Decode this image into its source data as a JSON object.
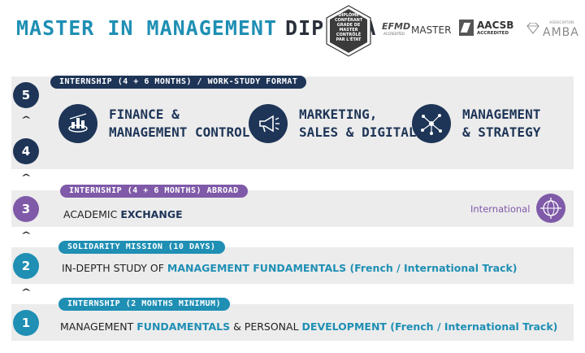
{
  "header": {
    "title_part1": "MASTER IN MANAGEMENT",
    "title_part2": "DIPLOMA",
    "seal_text": "DIPLÔME CONFÉRANT GRADE DE MASTER CONTRÔLÉ PAR L'ÉTAT",
    "efmd_logo": "EFMD",
    "efmd_sub": "ACCREDITED",
    "efmd_master": "MASTER",
    "aacsb_logo": "AACSB",
    "aacsb_sub": "ACCREDITED",
    "amba_logo": "AMBA",
    "amba_sub": "ASSOCIATION"
  },
  "levels": [
    {
      "number": "5"
    },
    {
      "number": "4"
    },
    {
      "number": "3"
    },
    {
      "number": "2"
    },
    {
      "number": "1"
    }
  ],
  "top_block": {
    "pill": "INTERNSHIP (4 + 6 MONTHS) / WORK-STUDY FORMAT",
    "tracks": [
      {
        "line1": "FINANCE &",
        "line2": "MANAGEMENT CONTROL",
        "icon": "finance-chart-icon"
      },
      {
        "line1": "MARKETING,",
        "line2": "SALES & DIGITAL",
        "icon": "megaphone-icon"
      },
      {
        "line1": "MANAGEMENT",
        "line2": "& STRATEGY",
        "icon": "strategy-network-icon"
      }
    ]
  },
  "row3": {
    "pill": "INTERNSHIP (4 + 6 MONTHS) ABROAD",
    "text_plain": "ACADEMIC ",
    "text_bold": "EXCHANGE",
    "international_label": "International",
    "international_icon": "globe-target-icon"
  },
  "row2": {
    "pill": "SOLIDARITY MISSION (10 DAYS)",
    "text_plain": "IN-DEPTH STUDY OF ",
    "text_bold": "MANAGEMENT FUNDAMENTALS (French / International Track)"
  },
  "row1": {
    "pill": "INTERNSHIP (2 MONTHS MINIMUM)",
    "text_a": "MANAGEMENT ",
    "text_b": "FUNDAMENTALS",
    "text_c": " & PERSONAL ",
    "text_d": "DEVELOPMENT (French / International Track)"
  },
  "colors": {
    "navy": "#1e3557",
    "blue": "#1f8fb4",
    "purple": "#7f5aa8",
    "panel": "#ececec"
  }
}
